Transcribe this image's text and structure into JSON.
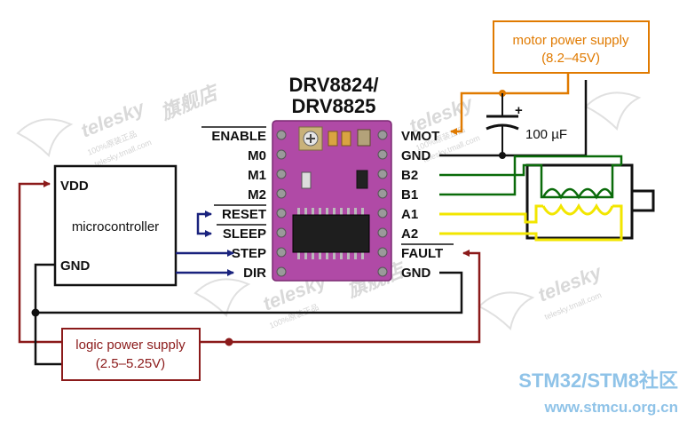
{
  "title": {
    "line1": "DRV8824/",
    "line2": "DRV8825"
  },
  "driver_pins_left": {
    "enable": "ENABLE",
    "m0": "M0",
    "m1": "M1",
    "m2": "M2",
    "reset": "RESET",
    "sleep": "SLEEP",
    "step": "STEP",
    "dir": "DIR"
  },
  "driver_pins_right": {
    "vmot": "VMOT",
    "gnd_top": "GND",
    "b2": "B2",
    "b1": "B1",
    "a1": "A1",
    "a2": "A2",
    "fault": "FAULT",
    "gnd_bottom": "GND"
  },
  "microcontroller": {
    "vdd": "VDD",
    "name": "microcontroller",
    "gnd": "GND"
  },
  "motor_supply": {
    "line1": "motor power supply",
    "line2": "(8.2–45V)"
  },
  "logic_supply": {
    "line1": "logic power supply",
    "line2": "(2.5–5.25V)"
  },
  "capacitor": {
    "value": "100 µF",
    "polarity": "+"
  },
  "watermark": {
    "brand": "telesky",
    "brand_cn": "旗舰店",
    "line_a": "100%原装正品",
    "line_b": "telesky.tmall.com",
    "site_line1": "STM32/STM8社区",
    "site_line2": "www.stmcu.org.cn"
  },
  "colors": {
    "power_wire": "#8b1a1a",
    "signal_wire": "#1a237e",
    "motor_supply": "#e07a00",
    "coil_b": "#0a6b0a",
    "coil_a": "#f2e600",
    "board": "#b04aa6",
    "site_text": "#8fc3e8"
  }
}
